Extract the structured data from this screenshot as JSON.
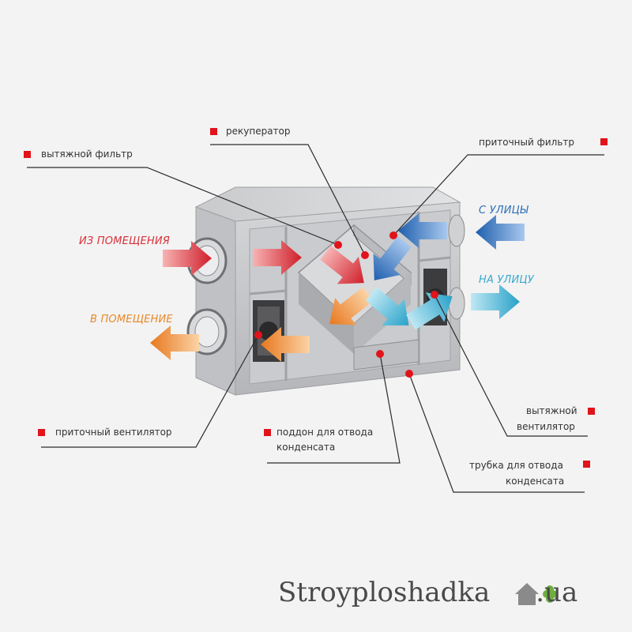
{
  "labels": {
    "exhaust_filter": "вытяжной фильтр",
    "recuperator": "рекуператор",
    "supply_filter": "приточный фильтр",
    "supply_fan": "приточный вентилятор",
    "drain_tray_line1": "поддон для отвода",
    "drain_tray_line2": "конденсата",
    "exhaust_fan_line1": "вытяжной",
    "exhaust_fan_line2": "вентилятор",
    "drain_tube_line1": "трубка для отвода",
    "drain_tube_line2": "конденсата"
  },
  "flows": {
    "from_room": "ИЗ ПОМЕЩЕНИЯ",
    "to_room": "В ПОМЕЩЕНИЕ",
    "from_street": "С УЛИЦЫ",
    "to_street": "НА УЛИЦУ"
  },
  "watermark": {
    "name": "Stroyploshadka",
    "tld": ".ua"
  },
  "colors": {
    "accent_red": "#e1131b",
    "warm_red": "#d9303a",
    "warm_orange": "#e8892a",
    "cold_blue": "#2d6fb8",
    "cool_cyan": "#39a9cc"
  }
}
